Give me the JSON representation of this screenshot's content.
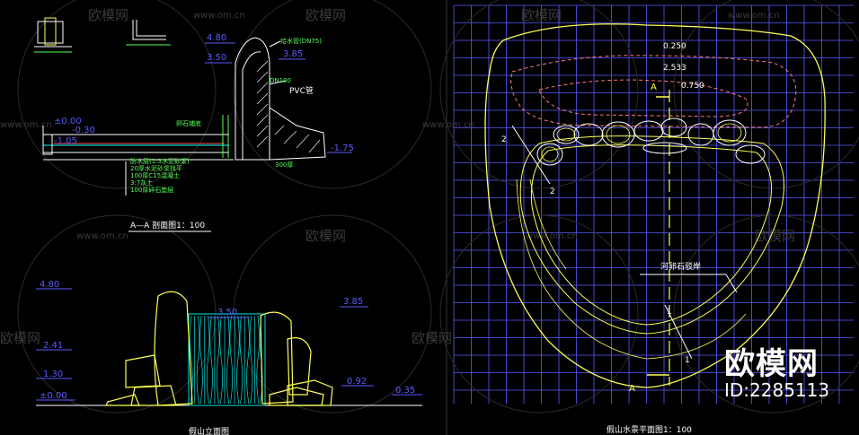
{
  "watermark": {
    "brand": "欧模网",
    "url": "www.om.cn"
  },
  "logo": {
    "name": "欧模网",
    "id_text": "ID:2285113"
  },
  "section_aa": {
    "title": "A—A 剖面图1：100",
    "elev_top": "4.80",
    "elev_mid": "3.50",
    "elev_right": "3.85",
    "elev_zero": "±0.00",
    "elev_water": "-0.30",
    "elev_bottom": "-1.05",
    "elev_right_bottom": "-1.75",
    "pipe_note": "给水管(DN75)",
    "pipe_note_2": "DN100",
    "pipe_note_3": "PVC管",
    "layer_1": "防水层(1:3水泥砂浆)",
    "layer_2": "20厚水泥砂浆找平",
    "layer_3": "100厚C15混凝土",
    "layer_4": "3:7灰土",
    "layer_5": "100厚碎石垫层",
    "note_right": "卵石铺底",
    "note_right_2": "300厚"
  },
  "elevation": {
    "elev_top": "4.80",
    "elev_mid": "3.50",
    "elev_right": "3.85",
    "elev_left2": "2.41",
    "elev_left3": "1.30",
    "elev_zero": "±0.00",
    "elev_r2": "0.92",
    "elev_r3": "0.35",
    "title": "假山立面图"
  },
  "plan": {
    "title": "假山水景平面图1：100",
    "dim_1": "0.250",
    "dim_2": "2.533",
    "dim_3": "0.750",
    "cut_a_top": "A",
    "cut_a_bottom": "A",
    "mark_2a": "2",
    "mark_2b": "2",
    "mark_1a": "1",
    "mark_1b": "1",
    "note_stone": "河卵石驳岸"
  },
  "colors": {
    "background": "#000000",
    "grid": "#5a5aff",
    "outline": "#ffff55"
  }
}
